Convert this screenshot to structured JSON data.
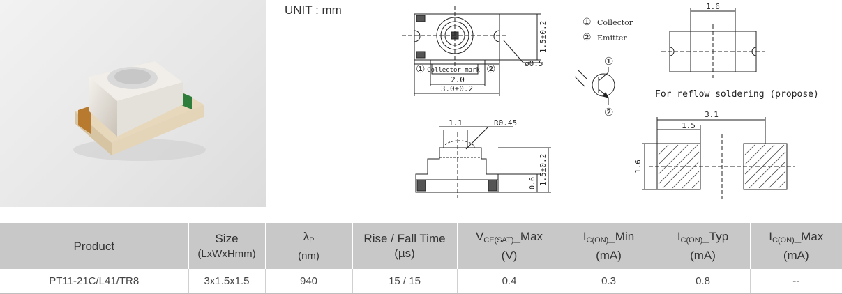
{
  "unit_label": "UNIT : mm",
  "drawing": {
    "top_view": {
      "dim_height": "1.5±0.2",
      "dim_inner_width": "2.0",
      "dim_total_width": "3.0±0.2",
      "dim_hole": "ø0.5",
      "collector_mark": "Collector mark",
      "pin1": "①",
      "pin2": "②"
    },
    "legend": {
      "collector": "Collector",
      "emitter": "Emitter",
      "pin1": "①",
      "pin2": "②"
    },
    "side_view": {
      "dim_lens_width": "1.1",
      "dim_radius": "R0.45",
      "dim_base_height": "0.6",
      "dim_height": "1.5±0.2"
    },
    "reflow_view": {
      "dim_top": "1.6"
    },
    "reflow_caption": "For reflow soldering (propose)",
    "pad_view": {
      "dim_total": "3.1",
      "dim_pad": "1.5",
      "dim_height": "1.6"
    }
  },
  "table": {
    "headers": [
      {
        "main": "Product",
        "sub": "",
        "rest": "",
        "unit": ""
      },
      {
        "main": "Size",
        "sub": "",
        "rest": "",
        "unit": "(LxWxHmm)"
      },
      {
        "main": "λ",
        "sub": "P",
        "rest": "",
        "unit": "(nm)"
      },
      {
        "main": "Rise / Fall Time",
        "sub": "",
        "rest": "",
        "unit": "(µs)"
      },
      {
        "main": "V",
        "sub": "CE(SAT)",
        "rest": "_Max",
        "unit": "(V)"
      },
      {
        "main": "I",
        "sub": "C(ON)",
        "rest": "_Min",
        "unit": "(mA)"
      },
      {
        "main": "I",
        "sub": "C(ON)",
        "rest": "_Typ",
        "unit": "(mA)"
      },
      {
        "main": "I",
        "sub": "C(ON)",
        "rest": "_Max",
        "unit": "(mA)"
      }
    ],
    "row": {
      "product": "PT11-21C/L41/TR8",
      "size": "3x1.5x1.5",
      "wavelength": "940",
      "rise_fall": "15 / 15",
      "vce_max": "0.4",
      "ic_min": "0.3",
      "ic_typ": "0.8",
      "ic_max": "--"
    }
  }
}
